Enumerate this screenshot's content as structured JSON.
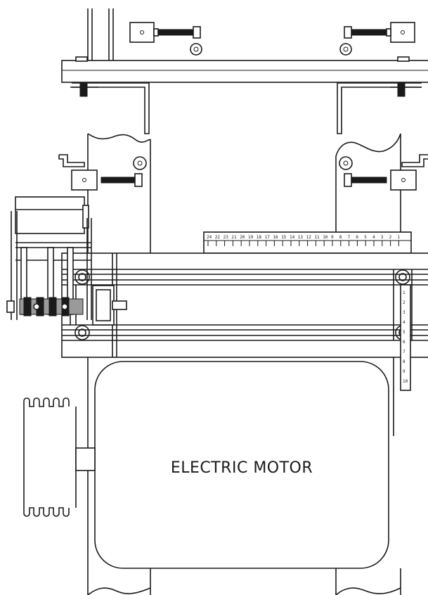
{
  "motor": {
    "label": "ELECTRIC MOTOR"
  },
  "scale_top": {
    "ticks": [
      "24",
      "22",
      "23",
      "21",
      "20",
      "19",
      "18",
      "17",
      "16",
      "15",
      "14",
      "13",
      "12",
      "11",
      "10",
      "9",
      "8",
      "7",
      "6",
      "5",
      "4",
      "3",
      "2",
      "1"
    ]
  },
  "scale_side": {
    "ticks": [
      "1",
      "2",
      "3",
      "4",
      "5",
      "6",
      "7",
      "8",
      "9",
      "10"
    ]
  },
  "colors": {
    "line": "#1a1a1a",
    "background": "#ffffff"
  }
}
